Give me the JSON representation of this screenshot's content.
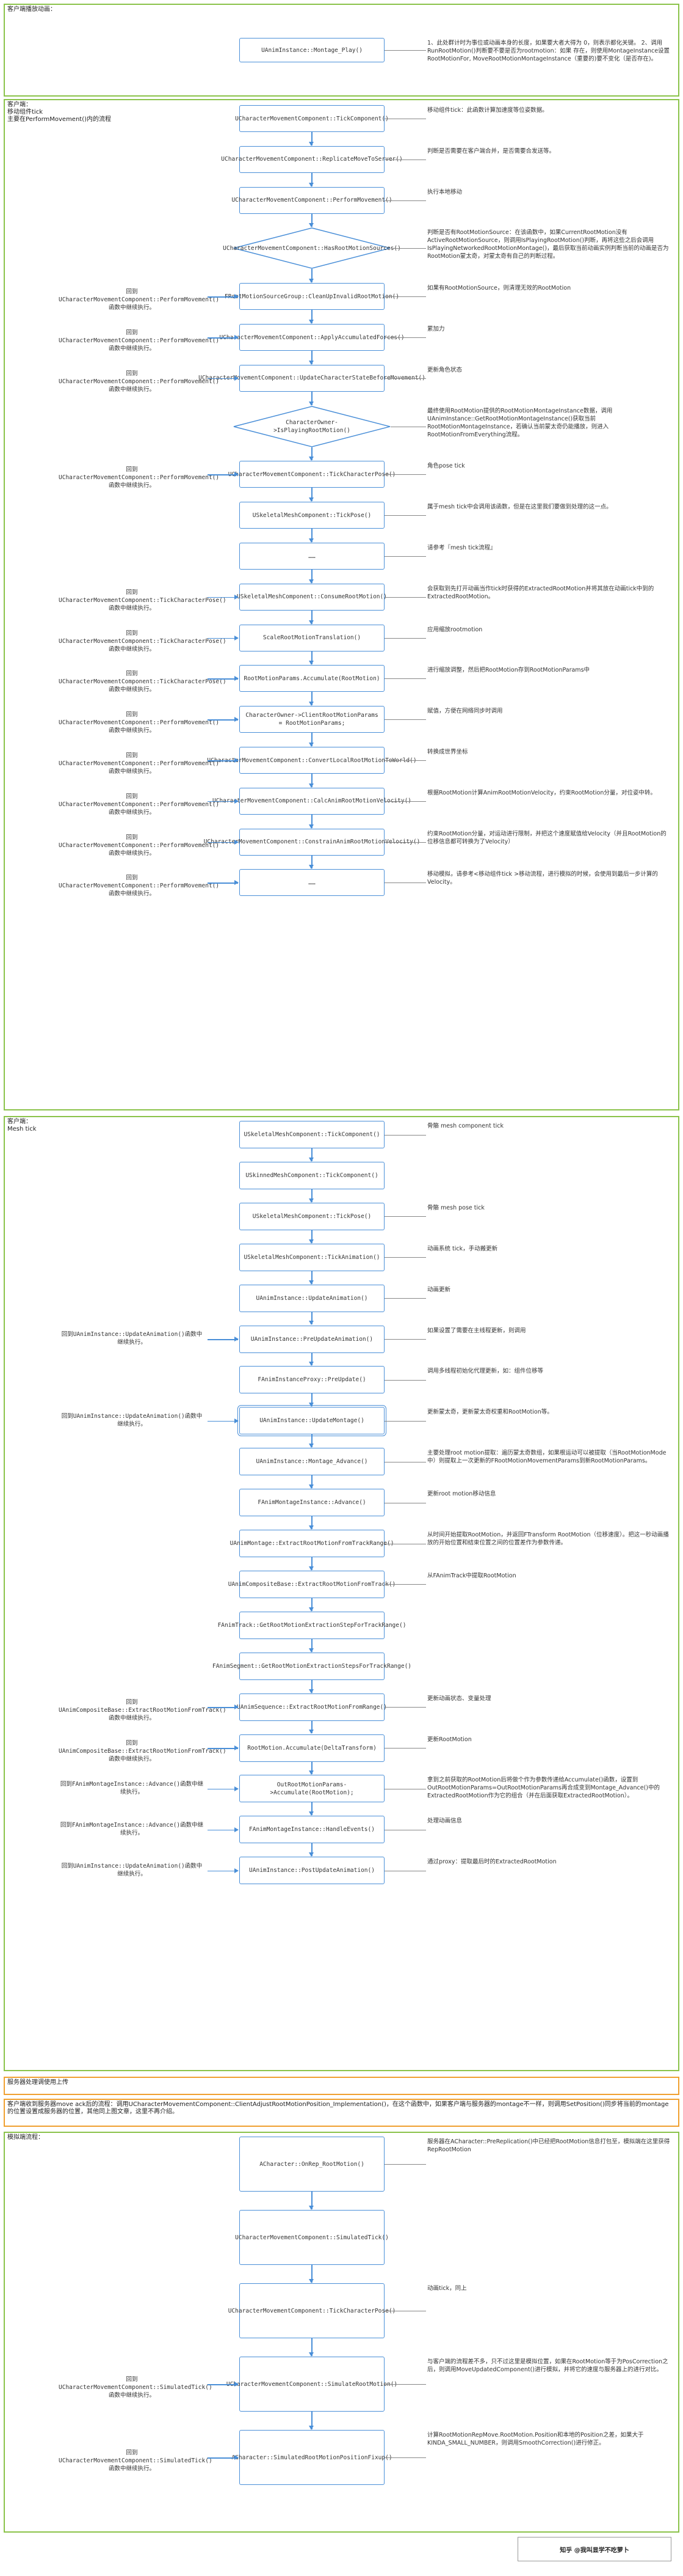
{
  "sections": {
    "s1": {
      "title": "客户端播放动画："
    },
    "s2": {
      "title": "客户端：\n移动组件tick\n主要在PerformMovement()内的流程"
    },
    "s3": {
      "title": "客户端：\nMesh tick"
    },
    "s4": {
      "title": "服务器处理调使用上传"
    },
    "s5": {
      "title": "客户端收到服务器move ack后的流程：调用UCharacterMovementComponent::ClientAdjustRootMotionPosition_Implementation()，在这个函数中，如果客户端与服务器的montage不一样，则调用SetPosition()同步将当前的montage的位置设置成服务器的位置，其他同上图文章，这里不再介绍。"
    },
    "s6": {
      "title": "模拟端流程："
    }
  },
  "s1_nodes": [
    {
      "text": "UAnimInstance::Montage_Play()",
      "note": "1、此处群计时为事位或动画本身的长度，如果要大者大得为\n0，则表示都化关键。\n2、调用RunRootMotion()判断要不要是否为rootmotion：如果\n存在，则使用MontageInstance设置RootMotionFor,\nMoveRootMotionMontageInstance（重要的)要不变化（是否存在)。"
    }
  ],
  "s2_nodes": [
    {
      "text": "UCharacterMovementComponent::TickComponent()",
      "note": "移动组件tick：此函数计算加速度等位姿数据。",
      "ret": ""
    },
    {
      "text": "UCharacterMovementComponent::ReplicateMoveToServer()",
      "note": "判断是否需要在客户端合并，是否需要合发送等。",
      "ret": ""
    },
    {
      "text": "UCharacterMovementComponent::PerformMovement()",
      "note": "执行本地移动",
      "ret": ""
    },
    {
      "text": "UCharacterMovementComponent::HasRootMotionSources()",
      "note": "判断是否有RootMotionSource：在该函数中，如果CurrentRootMotion没有ActiveRootMotionSource，则调用IsPlayingRootMotion()判断，再将这些之后会调用IsPlayingNetworkedRootMotionMontage()，最后获取当前动画实例判断当前的动画是否为RootMotion蒙太奇，对蒙太奇有自己的判断过程。",
      "ret": "",
      "diamond": true
    },
    {
      "text": "FRootMotionSourceGroup::CleanUpInvalidRootMotion()",
      "note": "如果有RootMotionSource，则清理无效的RootMotion",
      "ret": "回到\nUCharacterMovementComponent::PerformMovement()函数中继续执行。"
    },
    {
      "text": "UCharacterMovementComponent::ApplyAccumulatedForces()",
      "note": "累加力",
      "ret": "回到\nUCharacterMovementComponent::PerformMovement()函数中继续执行。"
    },
    {
      "text": "UCharacterMovementComponent::UpdateCharacterStateBeforeMovement()",
      "note": "更新角色状态",
      "ret": "回到\nUCharacterMovementComponent::PerformMovement()函数中继续执行。"
    },
    {
      "text": "CharacterOwner->IsPlayingRootMotion()",
      "note": "最终使用RootMotion提供的RootMotionMontageInstance数据，调用UAnimInstance::GetRootMotionMontageInstance()获取当前RootMotionMontageInstance，若确认当前蒙太奇仍能播放，则进入RootMotionFromEverything流程。",
      "ret": "",
      "diamond": true
    },
    {
      "text": "UCharacterMovementComponent::TickCharacterPose()",
      "note": "角色pose tick",
      "ret": "回到\nUCharacterMovementComponent::PerformMovement()函数中继续执行。"
    },
    {
      "text": "USkeletalMeshComponent::TickPose()",
      "note": "属于mesh tick中会调用该函数，但是在这里我们要做到处理的这一点。",
      "ret": ""
    },
    {
      "text": "……",
      "note": "请参考『mesh tick流程』",
      "ret": ""
    },
    {
      "text": "USkeletalMeshComponent::ConsumeRootMotion()",
      "note": "会获取到先打开动画当作tick时获得的ExtractedRootMotion并将其放在动画tick中到的ExtractedRootMotion。",
      "ret": "回到\nUCharacterMovementComponent::TickCharacterPose()函数中继续执行。"
    },
    {
      "text": "ScaleRootMotionTranslation()",
      "note": "应用缩放rootmotion",
      "ret": "回到\nUCharacterMovementComponent::TickCharacterPose()函数中继续执行。"
    },
    {
      "text": "RootMotionParams.Accumulate(RootMotion)",
      "note": "进行缩放调整，然后把RootMotion存到RootMotionParams中",
      "ret": "回到\nUCharacterMovementComponent::TickCharacterPose()函数中继续执行。"
    },
    {
      "text": "CharacterOwner->ClientRootMotionParams = RootMotionParams;",
      "note": "赋值，方便在网络同步时调用",
      "ret": "回到\nUCharacterMovementComponent::PerformMovement()函数中继续执行。"
    },
    {
      "text": "UCharacterMovementComponent::ConvertLocalRootMotionToWorld()",
      "note": "转换成世界坐标",
      "ret": "回到\nUCharacterMovementComponent::PerformMovement()函数中继续执行。"
    },
    {
      "text": "UCharacterMovementComponent::CalcAnimRootMotionVelocity()",
      "note": "根据RootMotion计算AnimRootMotionVelocity，约束RootMotion分量，对位姿中转。",
      "ret": "回到\nUCharacterMovementComponent::PerformMovement()函数中继续执行。"
    },
    {
      "text": "UCharacterMovementComponent::ConstrainAnimRootMotionVelocity()",
      "note": "约束RootMotion分量，对运动进行限制，并把这个速度赋值给Velocity（并且RootMotion的位移信息都可转换为了Velocity）",
      "ret": "回到\nUCharacterMovementComponent::PerformMovement()函数中继续执行。"
    },
    {
      "text": "……",
      "note": "移动模拟，请参考<移动组件tick >移动流程，进行模拟的时候，会使用到最后一步计算的Velocity。",
      "ret": "回到\nUCharacterMovementComponent::PerformMovement()函数中继续执行。"
    }
  ],
  "s3_nodes": [
    {
      "text": "USkeletalMeshComponent::TickComponent()",
      "note": "骨骼 mesh component tick",
      "ret": ""
    },
    {
      "text": "USkinnedMeshComponent::TickComponent()",
      "note": "",
      "ret": ""
    },
    {
      "text": "USkeletalMeshComponent::TickPose()",
      "note": "骨骼 mesh pose tick",
      "ret": ""
    },
    {
      "text": "USkeletalMeshComponent::TickAnimation()",
      "note": "动画系统 tick，手动搬更新",
      "ret": ""
    },
    {
      "text": "UAnimInstance::UpdateAnimation()",
      "note": "动画更新",
      "ret": ""
    },
    {
      "text": "UAnimInstance::PreUpdateAnimation()",
      "note": "如果设置了需要在主线程更新，则调用",
      "ret": "回到UAnimInstance::UpdateAnimation()函数中继续执行。"
    },
    {
      "text": "FAnimInstanceProxy::PreUpdate()",
      "note": "调用多线程初始化代理更新，如：组件位移等",
      "ret": ""
    },
    {
      "text": "UAnimInstance::UpdateMontage()",
      "note": "更新蒙太奇，更新蒙太奇权重和RootMotion等。",
      "ret": "回到UAnimInstance::UpdateAnimation()函数中继续执行。",
      "dual": true
    },
    {
      "text": "UAnimInstance::Montage_Advance()",
      "note": "主要处理root motion提取：遍历蒙太奇数组，如果根运动可以被提取（当RootMotionMode中）则提取上一次更新的FRootMotionMovementParams到新RootMotionParams。",
      "ret": ""
    },
    {
      "text": "FAnimMontageInstance::Advance()",
      "note": "更新root motion移动信息",
      "ret": ""
    },
    {
      "text": "UAnimMontage::ExtractRootMotionFromTrackRange()",
      "note": "从时间开始提取RootMotion，并返回FTransform RootMotion（位移速度）。把这一秒动画播放的开始位置和结束位置之间的位置差作为参数传递。",
      "ret": ""
    },
    {
      "text": "UAnimCompositeBase::ExtractRootMotionFromTrack()",
      "note": "从FAnimTrack中提取RootMotion",
      "ret": ""
    },
    {
      "text": "FAnimTrack::GetRootMotionExtractionStepForTrackRange()",
      "note": "",
      "ret": ""
    },
    {
      "text": "FAnimSegment::GetRootMotionExtractionStepsForTrackRange()",
      "note": "",
      "ret": ""
    },
    {
      "text": "UAnimSequence::ExtractRootMotionFromRange()",
      "note": "更新动画状态、变量处理",
      "ret": "回到\nUAnimCompositeBase::ExtractRootMotionFromTrack()函数中继续执行。"
    },
    {
      "text": "RootMotion.Accumulate(DeltaTransform)",
      "note": "更新RootMotion",
      "ret": "回到\nUAnimCompositeBase::ExtractRootMotionFromTrack()函数中继续执行。"
    },
    {
      "text": "OutRootMotionParams->Accumulate(RootMotion);",
      "note": "拿到之前获取的RootMotion后将做个作为参数传递给Accumulate()函数，设置到OutRootMotionParams=OutRootMotionParams再合成变到Montage_Advance()中的ExtractedRootMotion作为它的组合（并在后面获取ExtractedRootMotion）。",
      "ret": "回到FAnimMontageInstance::Advance()函数中继续执行。"
    },
    {
      "text": "FAnimMontageInstance::HandleEvents()",
      "note": "处理动画信息",
      "ret": "回到FAnimMontageInstance::Advance()函数中继续执行。"
    },
    {
      "text": "UAnimInstance::PostUpdateAnimation()",
      "note": "通过proxy：提取最后时的ExtractedRootMotion",
      "ret": "回到UAnimInstance::UpdateAnimation()函数中继续执行。"
    }
  ],
  "s6_nodes": [
    {
      "text": "ACharacter::OnRep_RootMotion()",
      "note": "服务器在ACharacter::PreReplication()中已经把RootMotion信息打包至，模拟端在这里获得RepRootMotion",
      "ret": ""
    },
    {
      "text": "UCharacterMovementComponent::SimulatedTick()",
      "note": "",
      "ret": ""
    },
    {
      "text": "UCharacterMovementComponent::TickCharacterPose()",
      "note": "动画tick，同上",
      "ret": ""
    },
    {
      "text": "UCharacterMovementComponent::SimulateRootMotion()",
      "note": "与客户端的流程差不多，只不过这里是模拟位置，如果在RootMotion等于为PosCorrection之后，则调用MoveUpdatedComponent()进行模拟，并将它的速度与服务器上的进行对比。",
      "ret": "回到\nUCharacterMovementComponent::SimulatedTick()函数中继续执行。"
    },
    {
      "text": "ACharacter::SimulatedRootMotionPositionFixup()",
      "note": "计算RootMotionRepMove.RootMotion.Position和本地的Position之差，如果大于KINDA_SMALL_NUMBER，则调用SmoothCorrection()进行修正。",
      "ret": "回到\nUCharacterMovementComponent::SimulatedTick()函数中继续执行。"
    }
  ],
  "footer": {
    "label": "知乎 @我叫显学不吃萝卜"
  }
}
